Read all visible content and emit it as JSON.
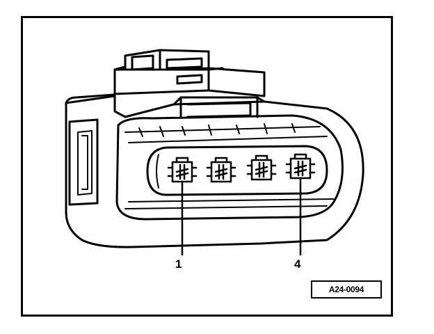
{
  "diagram": {
    "callouts": [
      {
        "id": "pin-1",
        "label": "1"
      },
      {
        "id": "pin-4",
        "label": "4"
      }
    ],
    "reference_code": "A24-0094"
  },
  "colors": {
    "line": "#000000",
    "background": "#ffffff"
  }
}
